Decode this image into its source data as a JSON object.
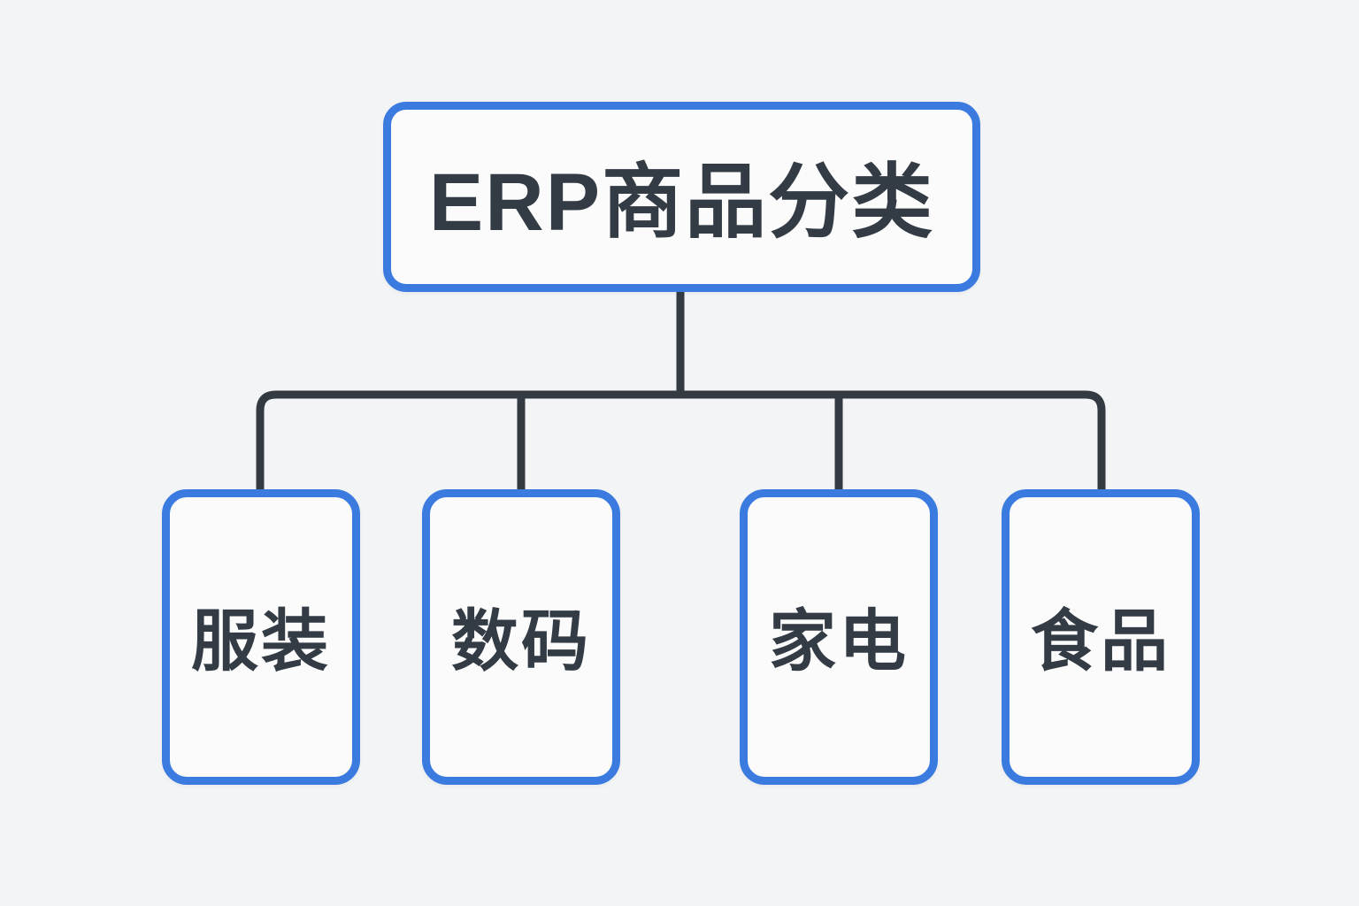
{
  "diagram": {
    "type": "tree",
    "root_node": {
      "id": "erp-product-categories",
      "label": "ERP商品分类"
    },
    "children": [
      {
        "id": "clothing",
        "label": "服装"
      },
      {
        "id": "digital",
        "label": "数码"
      },
      {
        "id": "appliances",
        "label": "家电"
      },
      {
        "id": "food",
        "label": "食品"
      }
    ],
    "colors": {
      "node_border": "#3b7be0",
      "connector": "#333a42",
      "text": "#333b44",
      "background": "#f3f4f5",
      "node_background": "#fbfbfc"
    }
  }
}
